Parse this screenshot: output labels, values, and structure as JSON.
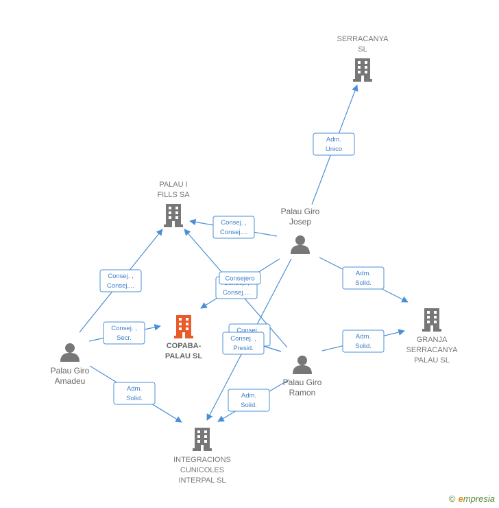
{
  "colors": {
    "edge": "#4a8fd6",
    "company": "#777777",
    "focus_company": "#ea5b2a",
    "person": "#777777"
  },
  "nodes": [
    {
      "id": "serracanya",
      "kind": "company",
      "lines": [
        "SERRACANYA",
        "SL"
      ]
    },
    {
      "id": "palau_fills",
      "kind": "company",
      "lines": [
        "PALAU I",
        "FILLS SA"
      ]
    },
    {
      "id": "copaba",
      "kind": "company",
      "focus": true,
      "lines": [
        "COPABA-",
        "PALAU  SL"
      ]
    },
    {
      "id": "granja",
      "kind": "company",
      "lines": [
        "GRANJA",
        "SERRACANYA",
        "PALAU SL"
      ]
    },
    {
      "id": "integracions",
      "kind": "company",
      "lines": [
        "INTEGRACIONS",
        "CUNICOLES",
        "INTERPAL SL"
      ]
    },
    {
      "id": "josep",
      "kind": "person",
      "lines": [
        "Palau Giro",
        "Josep"
      ]
    },
    {
      "id": "amadeu",
      "kind": "person",
      "lines": [
        "Palau Giro",
        "Amadeu"
      ]
    },
    {
      "id": "ramon",
      "kind": "person",
      "lines": [
        "Palau Giro",
        "Ramon"
      ]
    }
  ],
  "edges": [
    {
      "id": "josep-serracanya",
      "lines": [
        "Adm.",
        "Unico"
      ]
    },
    {
      "id": "josep-palau",
      "lines": [
        "Consej. ,",
        "Consej...."
      ]
    },
    {
      "id": "josep-granja",
      "lines": [
        "Adm.",
        "Solid."
      ]
    },
    {
      "id": "josep-copaba",
      "lines": [
        "Consej. ,",
        "Consej...."
      ]
    },
    {
      "id": "josep-integracions",
      "lines": []
    },
    {
      "id": "ramon-palau",
      "lines": [
        "Consejero"
      ]
    },
    {
      "id": "ramon-copaba-back",
      "lines": [
        "Consej. ,",
        "Presid."
      ]
    },
    {
      "id": "ramon-copaba",
      "lines": [
        "Consej. ,",
        "Presid."
      ]
    },
    {
      "id": "ramon-granja",
      "lines": [
        "Adm.",
        "Solid."
      ]
    },
    {
      "id": "ramon-integracions",
      "lines": [
        "Adm.",
        "Solid."
      ]
    },
    {
      "id": "amadeu-palau",
      "lines": [
        "Consej. ,",
        "Consej...."
      ]
    },
    {
      "id": "amadeu-copaba",
      "lines": [
        "Consej. ,",
        "Secr."
      ]
    },
    {
      "id": "amadeu-integracions",
      "lines": [
        "Adm.",
        "Solid."
      ]
    }
  ],
  "footer": {
    "copyright": "©",
    "brand_initial": "e",
    "brand_rest": "mpresia"
  }
}
